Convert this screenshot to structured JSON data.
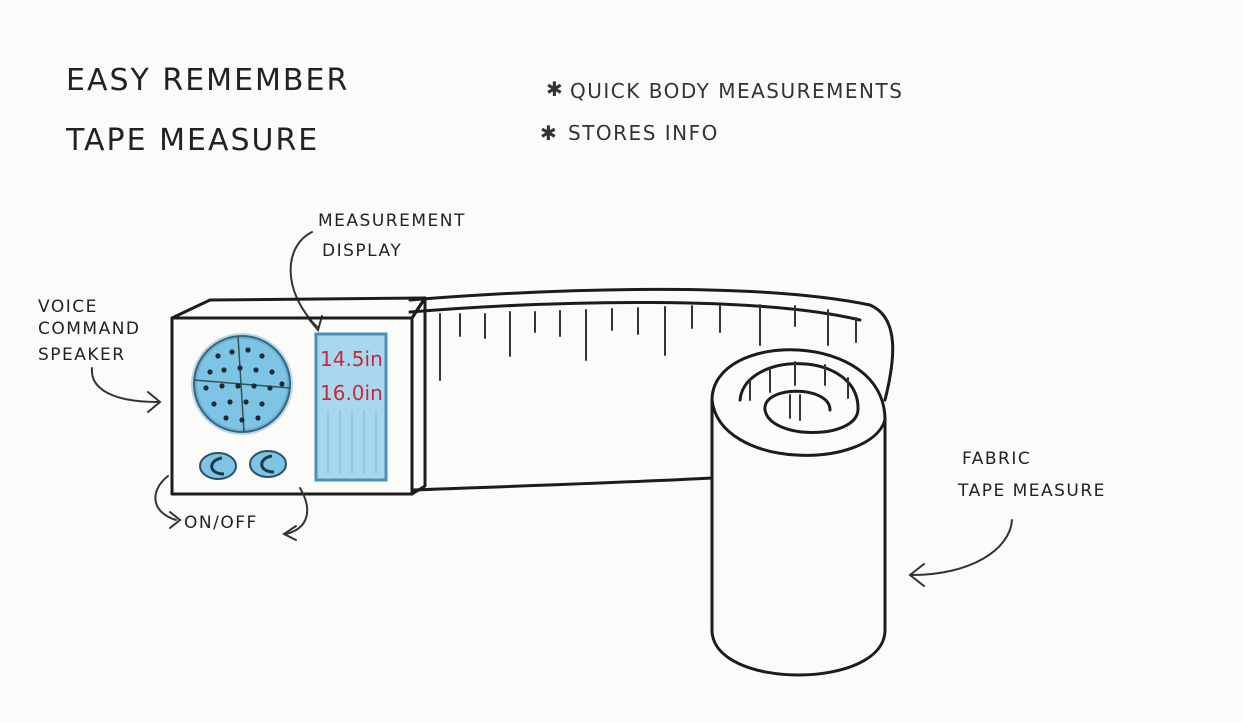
{
  "title": {
    "line1": "Easy Remember",
    "line2": "Tape Measure"
  },
  "features": [
    "Quick Body Measurements",
    "Stores Info"
  ],
  "labels": {
    "measurement_display": [
      "Measurement",
      "Display"
    ],
    "voice_command_speaker": [
      "Voice",
      "Command",
      "Speaker"
    ],
    "on_off": "On/Off",
    "fabric_tape_measure": [
      "Fabric",
      "Tape Measure"
    ]
  },
  "display_readings": [
    "14.5in",
    "16.0in"
  ],
  "colors": {
    "accent_blue": "#7ec4e4",
    "reading_red": "#c8283a",
    "ink": "#1c1c1c"
  },
  "icons": [
    "speaker-icon",
    "power-button-icon"
  ]
}
